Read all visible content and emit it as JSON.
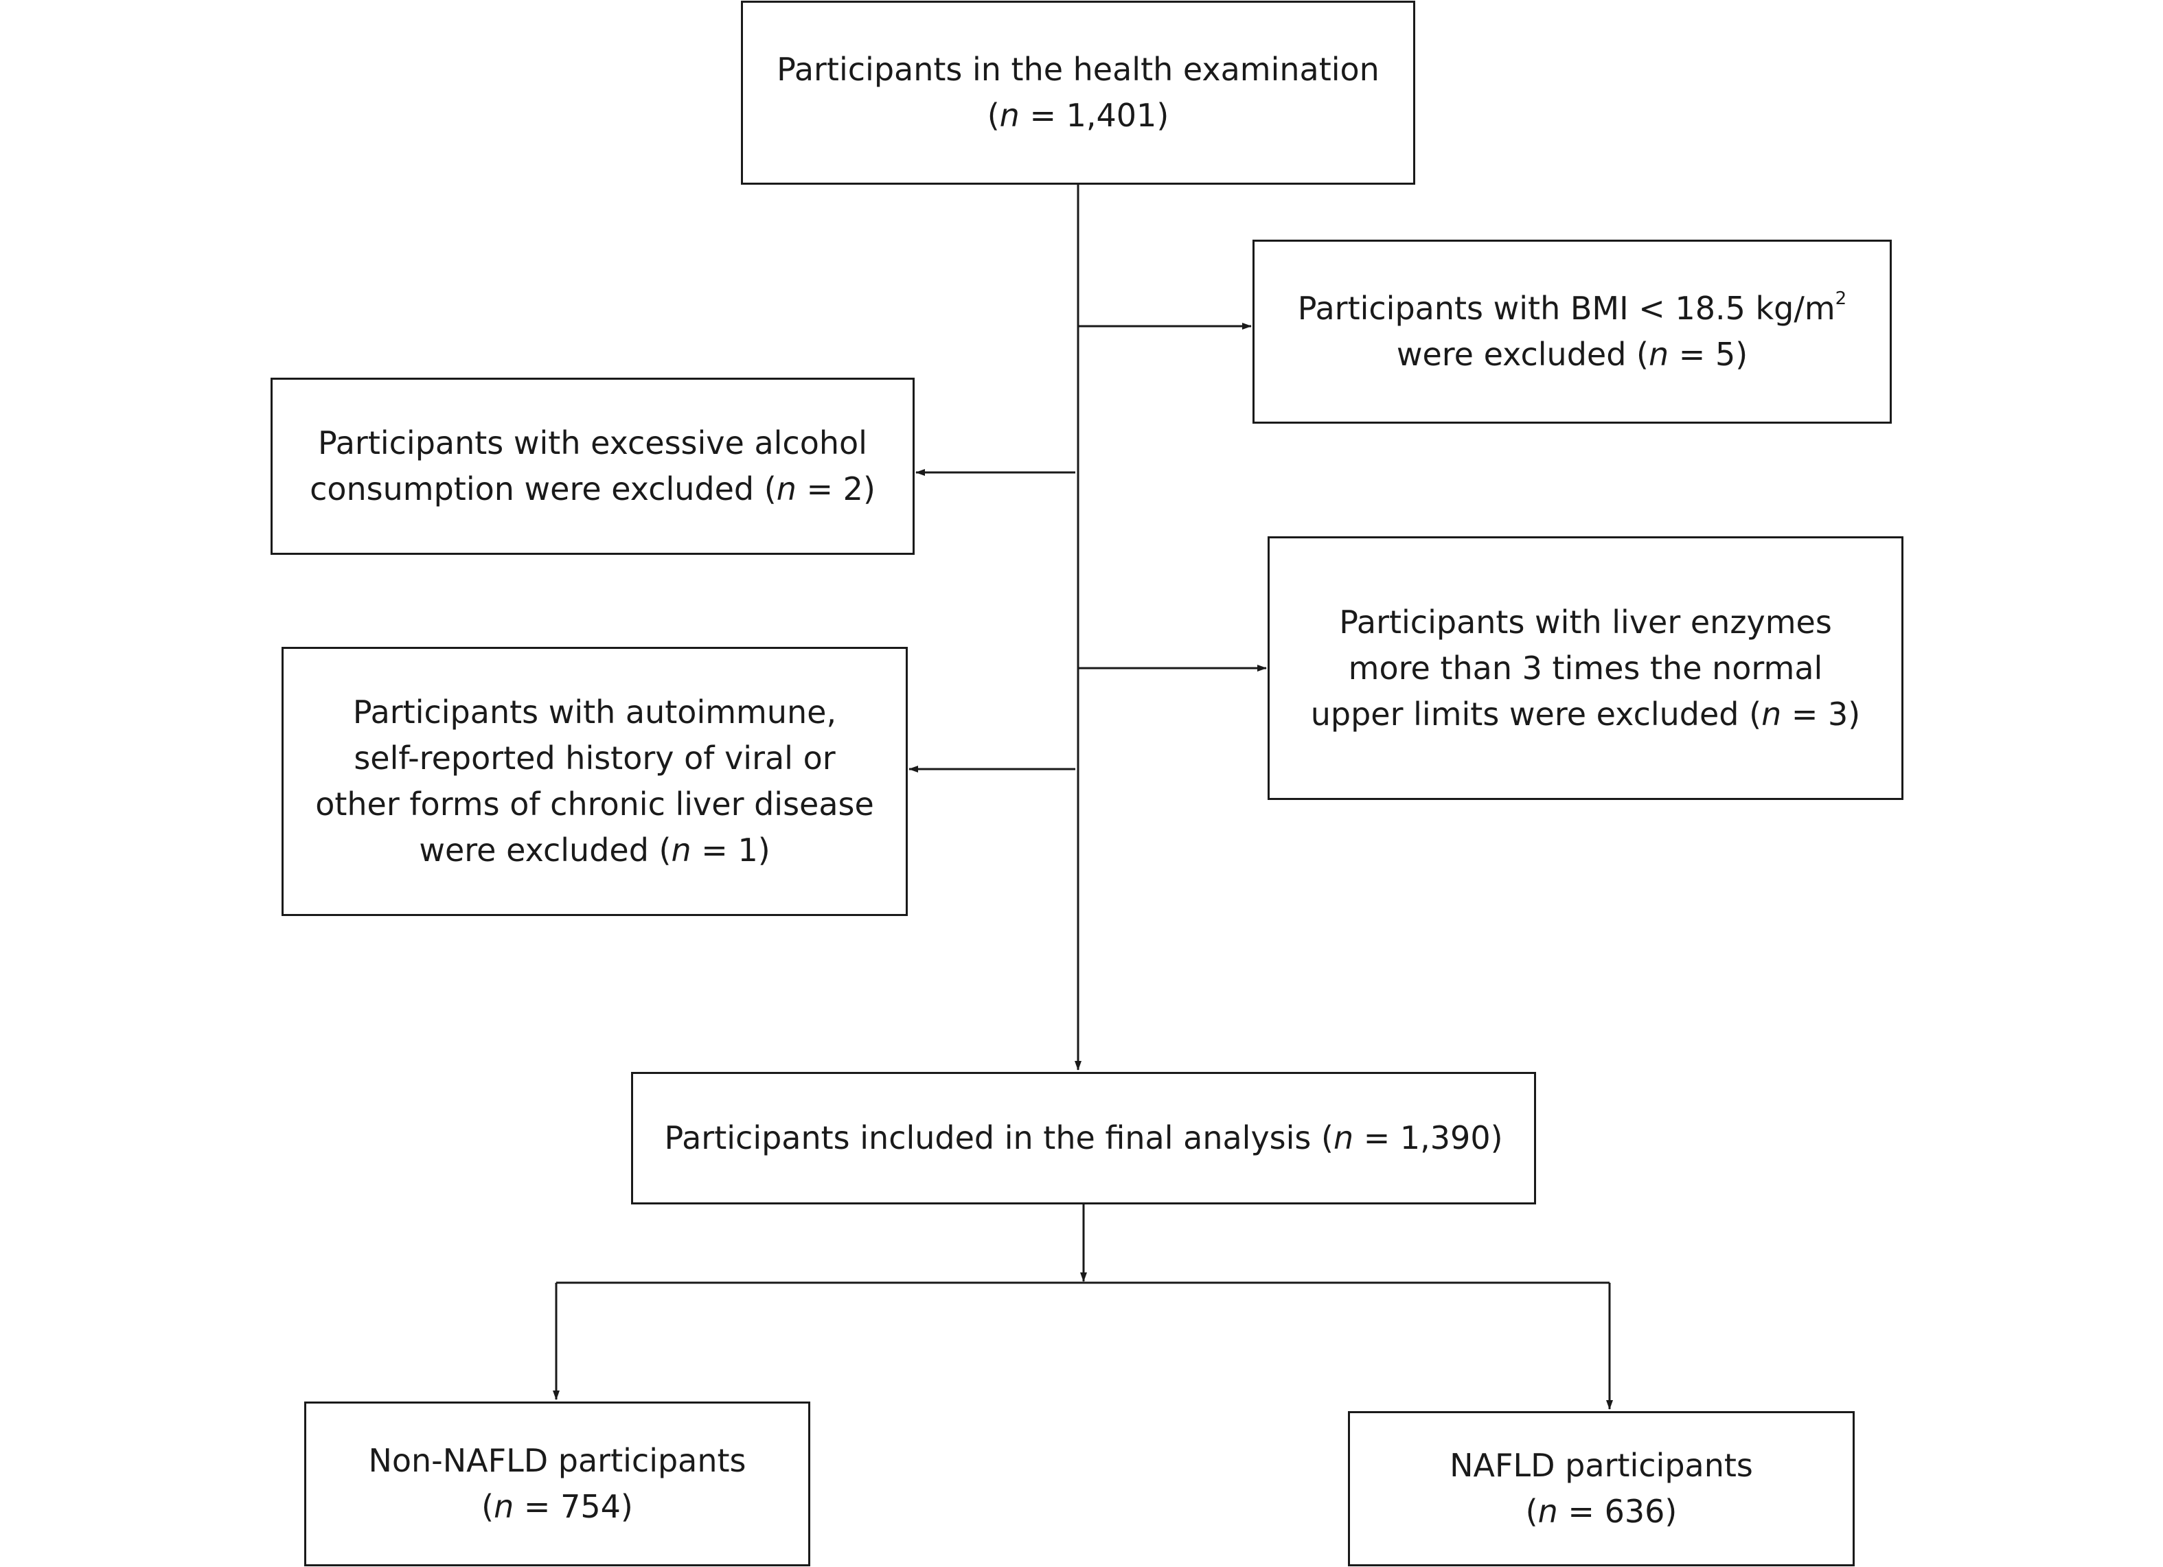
{
  "nodes": {
    "start": {
      "line1": "Participants in the health examination",
      "n_label": "n",
      "n_value": "1,401"
    },
    "excl_bmi": {
      "line1_prefix": "Participants with BMI < 18.5 kg/m",
      "line1_sup": "2",
      "line2_prefix": "were excluded (",
      "n_label": "n",
      "n_value": "5"
    },
    "excl_alcohol": {
      "line1": "Participants with excessive alcohol",
      "line2_prefix": "consumption were excluded (",
      "n_label": "n",
      "n_value": "2"
    },
    "excl_liver_enzymes": {
      "line1": "Participants with liver enzymes",
      "line2": "more than 3 times the normal",
      "line3_prefix": "upper limits were excluded (",
      "n_label": "n",
      "n_value": "3"
    },
    "excl_autoimmune": {
      "line1": "Participants with autoimmune,",
      "line2": "self-reported history of viral or",
      "line3": "other forms of chronic liver disease",
      "line4_prefix": "were excluded (",
      "n_label": "n",
      "n_value": "1"
    },
    "final": {
      "line1_prefix": "Participants included in the final analysis (",
      "n_label": "n",
      "n_value": "1,390"
    },
    "non_nafld": {
      "line1": "Non-NAFLD participants",
      "n_label": "n",
      "n_value": "754"
    },
    "nafld": {
      "line1": "NAFLD participants",
      "n_label": "n",
      "n_value": "636"
    }
  },
  "edges": [
    {
      "from": "start",
      "to": "final"
    },
    {
      "from": "start",
      "to": "excl_bmi"
    },
    {
      "from": "start",
      "to": "excl_alcohol"
    },
    {
      "from": "start",
      "to": "excl_liver_enzymes"
    },
    {
      "from": "start",
      "to": "excl_autoimmune"
    },
    {
      "from": "final",
      "to": "non_nafld"
    },
    {
      "from": "final",
      "to": "nafld"
    }
  ]
}
